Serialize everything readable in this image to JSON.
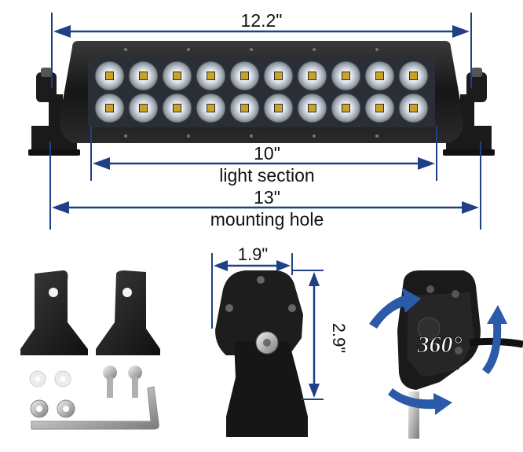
{
  "dimensions": {
    "overall_width": "12.2\"",
    "light_section_value": "10\"",
    "light_section_label": "light section",
    "mounting_hole_value": "13\"",
    "mounting_hole_label": "mounting hole",
    "bracket_depth": "1.9\"",
    "bracket_height": "2.9\""
  },
  "rotation_label": "360°",
  "colors": {
    "dimension_arrow": "#1f3f86",
    "housing": "#1b1b1b",
    "bracket": "#222222",
    "rotation_arrow": "#2a5aa8"
  },
  "led": {
    "rows": 2,
    "columns": 10
  }
}
